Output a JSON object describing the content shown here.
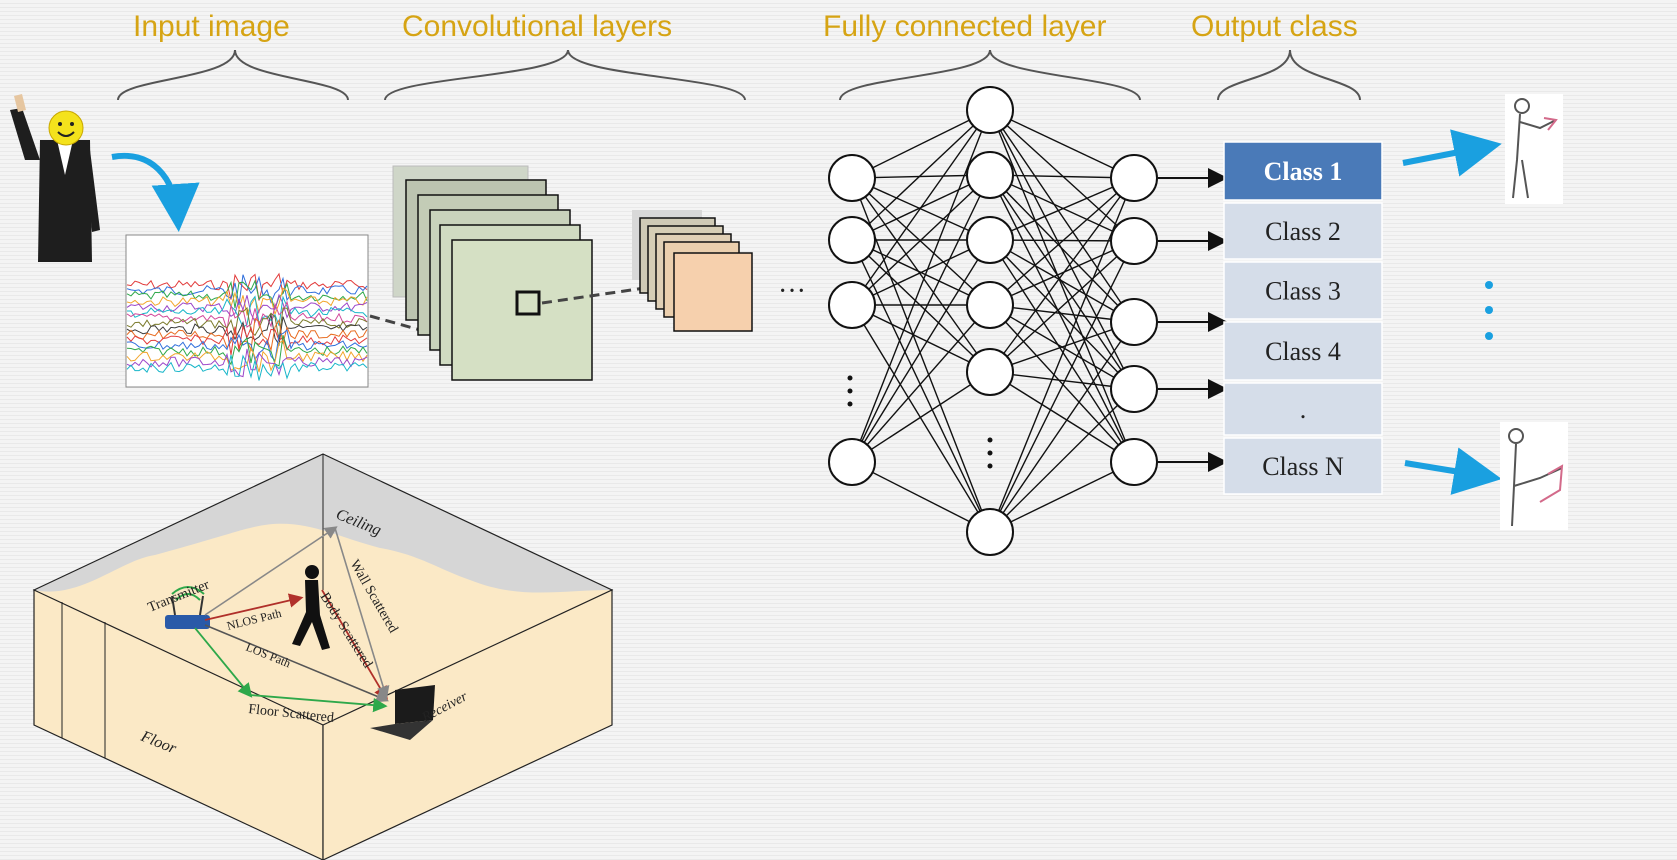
{
  "stages": {
    "input": "Input image",
    "conv": "Convolutional layers",
    "fc": "Fully connected layer",
    "output": "Output class"
  },
  "classes": [
    "Class 1",
    "Class 2",
    "Class 3",
    "Class 4",
    ".",
    "Class N"
  ],
  "room": {
    "ceiling": "Ceiling",
    "floor": "Floor",
    "transmitter": "Transmitter",
    "receiver": "Receiver",
    "nlos": "NLOS Path",
    "los": "LOS Path",
    "body": "Body Scattered",
    "wall": "Wall Scattered",
    "floor_scattered": "Floor Scattered"
  },
  "colors": {
    "stage_label": "#d6a414",
    "arrow_blue": "#1aa0e0",
    "class_highlight": "#4a7ab8",
    "class_cell": "#d5dde9",
    "floor": "#fbe9c6",
    "ceiling": "#d6d6d6",
    "nlos_path": "#b0302a",
    "floor_path": "#2ea84a",
    "los_path": "#555555"
  }
}
